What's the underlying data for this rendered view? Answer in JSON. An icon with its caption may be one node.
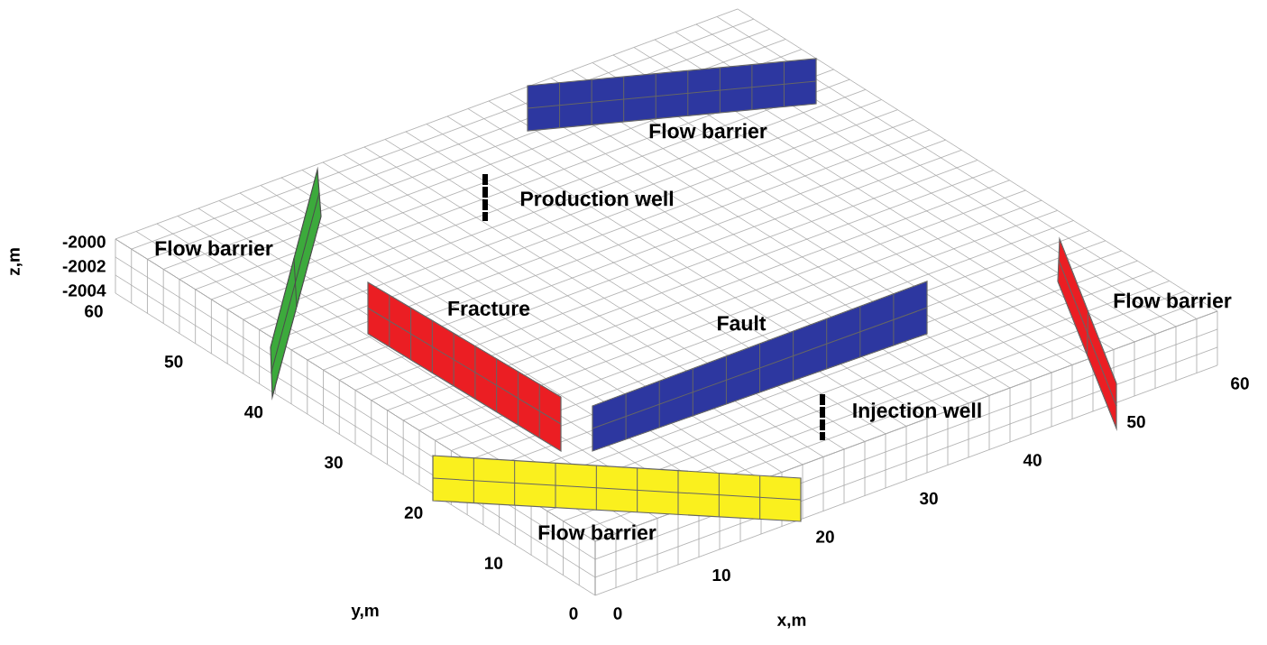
{
  "diagram": {
    "labels": [
      "Flow barrier",
      "Production well",
      "Flow barrier",
      "Fracture",
      "Fault",
      "Flow barrier",
      "Injection well",
      "Flow barrier",
      "-2000",
      "-2002",
      "-2004",
      "z,m",
      "60",
      "50",
      "40",
      "30",
      "20",
      "10",
      "0",
      "y,m",
      "0",
      "10",
      "20",
      "30",
      "40",
      "50",
      "60",
      "x,m"
    ]
  }
}
